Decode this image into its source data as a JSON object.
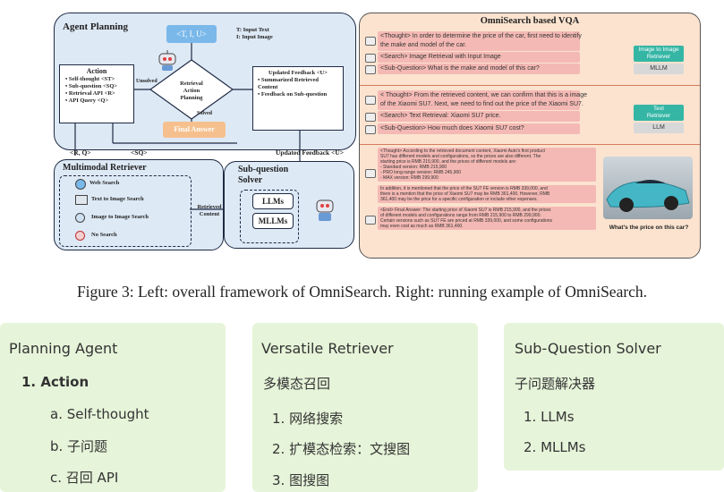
{
  "left_diagram": {
    "agent_planning_title": "Agent Planning",
    "input_tuple": "<T, I, U>",
    "input_legend": [
      "T: Input Text",
      "I: Input Image"
    ],
    "decision_label": [
      "Retrieval",
      "Action Planning"
    ],
    "unsolved_label": "Unsolved",
    "solved_label": "Solved",
    "final_answer": "Final Answer",
    "action_box": {
      "title": "Action",
      "items": [
        "Self-thought <ST>",
        "Sub-question <SQ>",
        "Retrieval API <R>",
        "API Query <Q>"
      ]
    },
    "feedback_box": {
      "title": "Updated Feedback <U>",
      "items": [
        "Summarized Retrieved Content",
        "Feedback on Sub-question"
      ]
    },
    "arrow_rq": "<R, Q>",
    "arrow_sq": "<SQ>",
    "arrow_updated": "Updated Feedback <U>",
    "retriever": {
      "title": "Multimodal Retriever",
      "items": [
        "Web Search",
        "Text to Image Search",
        "Image to Image Search",
        "No Search"
      ]
    },
    "retrieved_content": [
      "Retrieved",
      "Content"
    ],
    "solver": {
      "title": [
        "Sub-question",
        "Solver"
      ],
      "items": [
        "LLMs",
        "MLLMs"
      ]
    }
  },
  "right_diagram": {
    "title": "OmniSearch based VQA",
    "sec1": [
      "<Thought> In order to determine the price of the car, first need to identify",
      "the make and model of the car.",
      "<Search> Image Retrieval with Input Image",
      "<Sub-Question> What is the make and model of this car?"
    ],
    "sec1_side": [
      "Image to Image",
      "Retriever",
      "MLLM"
    ],
    "sec2": [
      "< Thought> From the retrieved content, we can confirm that this is a image",
      "of the Xiaomi SU7. Next, we need to find out the price of the Xiaomi SU7.",
      "<Search> Text Retrieval: Xiaomi SU7 price.",
      "<Sub-Question> How much does Xiaomi SU7 cost?"
    ],
    "sec2_side": [
      "Text",
      "Retriever",
      "LLM"
    ],
    "sec3": [
      "<Thought> According to the retrieved document content, Xiaomi Auto's first product",
      "SU7 has different models and configurations, so the prices are also different. The",
      "starting price is RMB 215,900, and the prices of different models are:",
      "- Standard version: RMB 215,900",
      "- PRO long-range version: RMB 245,900",
      "- MAX version: RMB 299,900",
      "In addition, it is mentioned that the price of the SU7 FE version is RMB 339,000, and",
      "there is a mention that the price of Xiaomi SU7 may be RMB 361,400. However, RMB",
      "361,400 may be the price for a specific configuration or include other expenses.",
      "<End> Final Answer: The starting price of Xiaomi SU7 is RMB 215,900, and the prices",
      "of different models and configurations range from RMB 215,900 to RMB 299,900.",
      "Certain versions such as SU7 FE are priced at RMB 339,000, and some configurations",
      "may even cost as much as RMB 361,400."
    ],
    "question": "What's the price on this car?"
  },
  "caption": "Figure 3: Left: overall framework of OmniSearch. Right: running example of OmniSearch.",
  "cards": [
    {
      "title": "Planning Agent",
      "sub": "1. Action",
      "items": [
        "a. Self-thought",
        "b. 子问题",
        "c. 召回 API"
      ]
    },
    {
      "title": "Versatile Retriever",
      "sub": "多模态召回",
      "items": [
        "1. 网络搜索",
        "2. 扩模态检索：文搜图",
        "3. 图搜图"
      ]
    },
    {
      "title": "Sub-Question Solver",
      "sub": "子问题解决器",
      "items": [
        "1. LLMs",
        "2. MLLMs"
      ]
    }
  ]
}
